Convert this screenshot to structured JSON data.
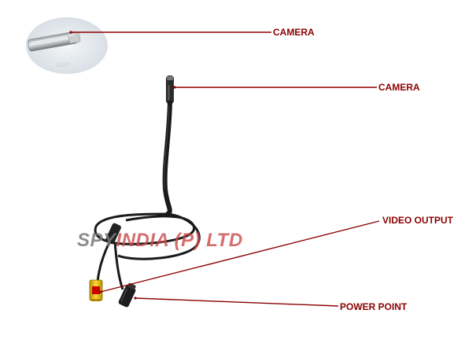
{
  "labels": {
    "camera_top": "CAMERA",
    "camera_tip": "CAMERA",
    "video_output": "VIDEO OUTPUT",
    "power_point": "POWER POINT"
  },
  "watermark": {
    "left_text": "SPY",
    "right_text": "INDIA (P) LTD",
    "left_color": "#7a7a7a",
    "right_color": "#c94a4a"
  },
  "colors": {
    "leader_line": "#8b0000",
    "label_text": "#8b0000",
    "cable": "#1a1a1a",
    "rca_connector": "#e8c000"
  }
}
